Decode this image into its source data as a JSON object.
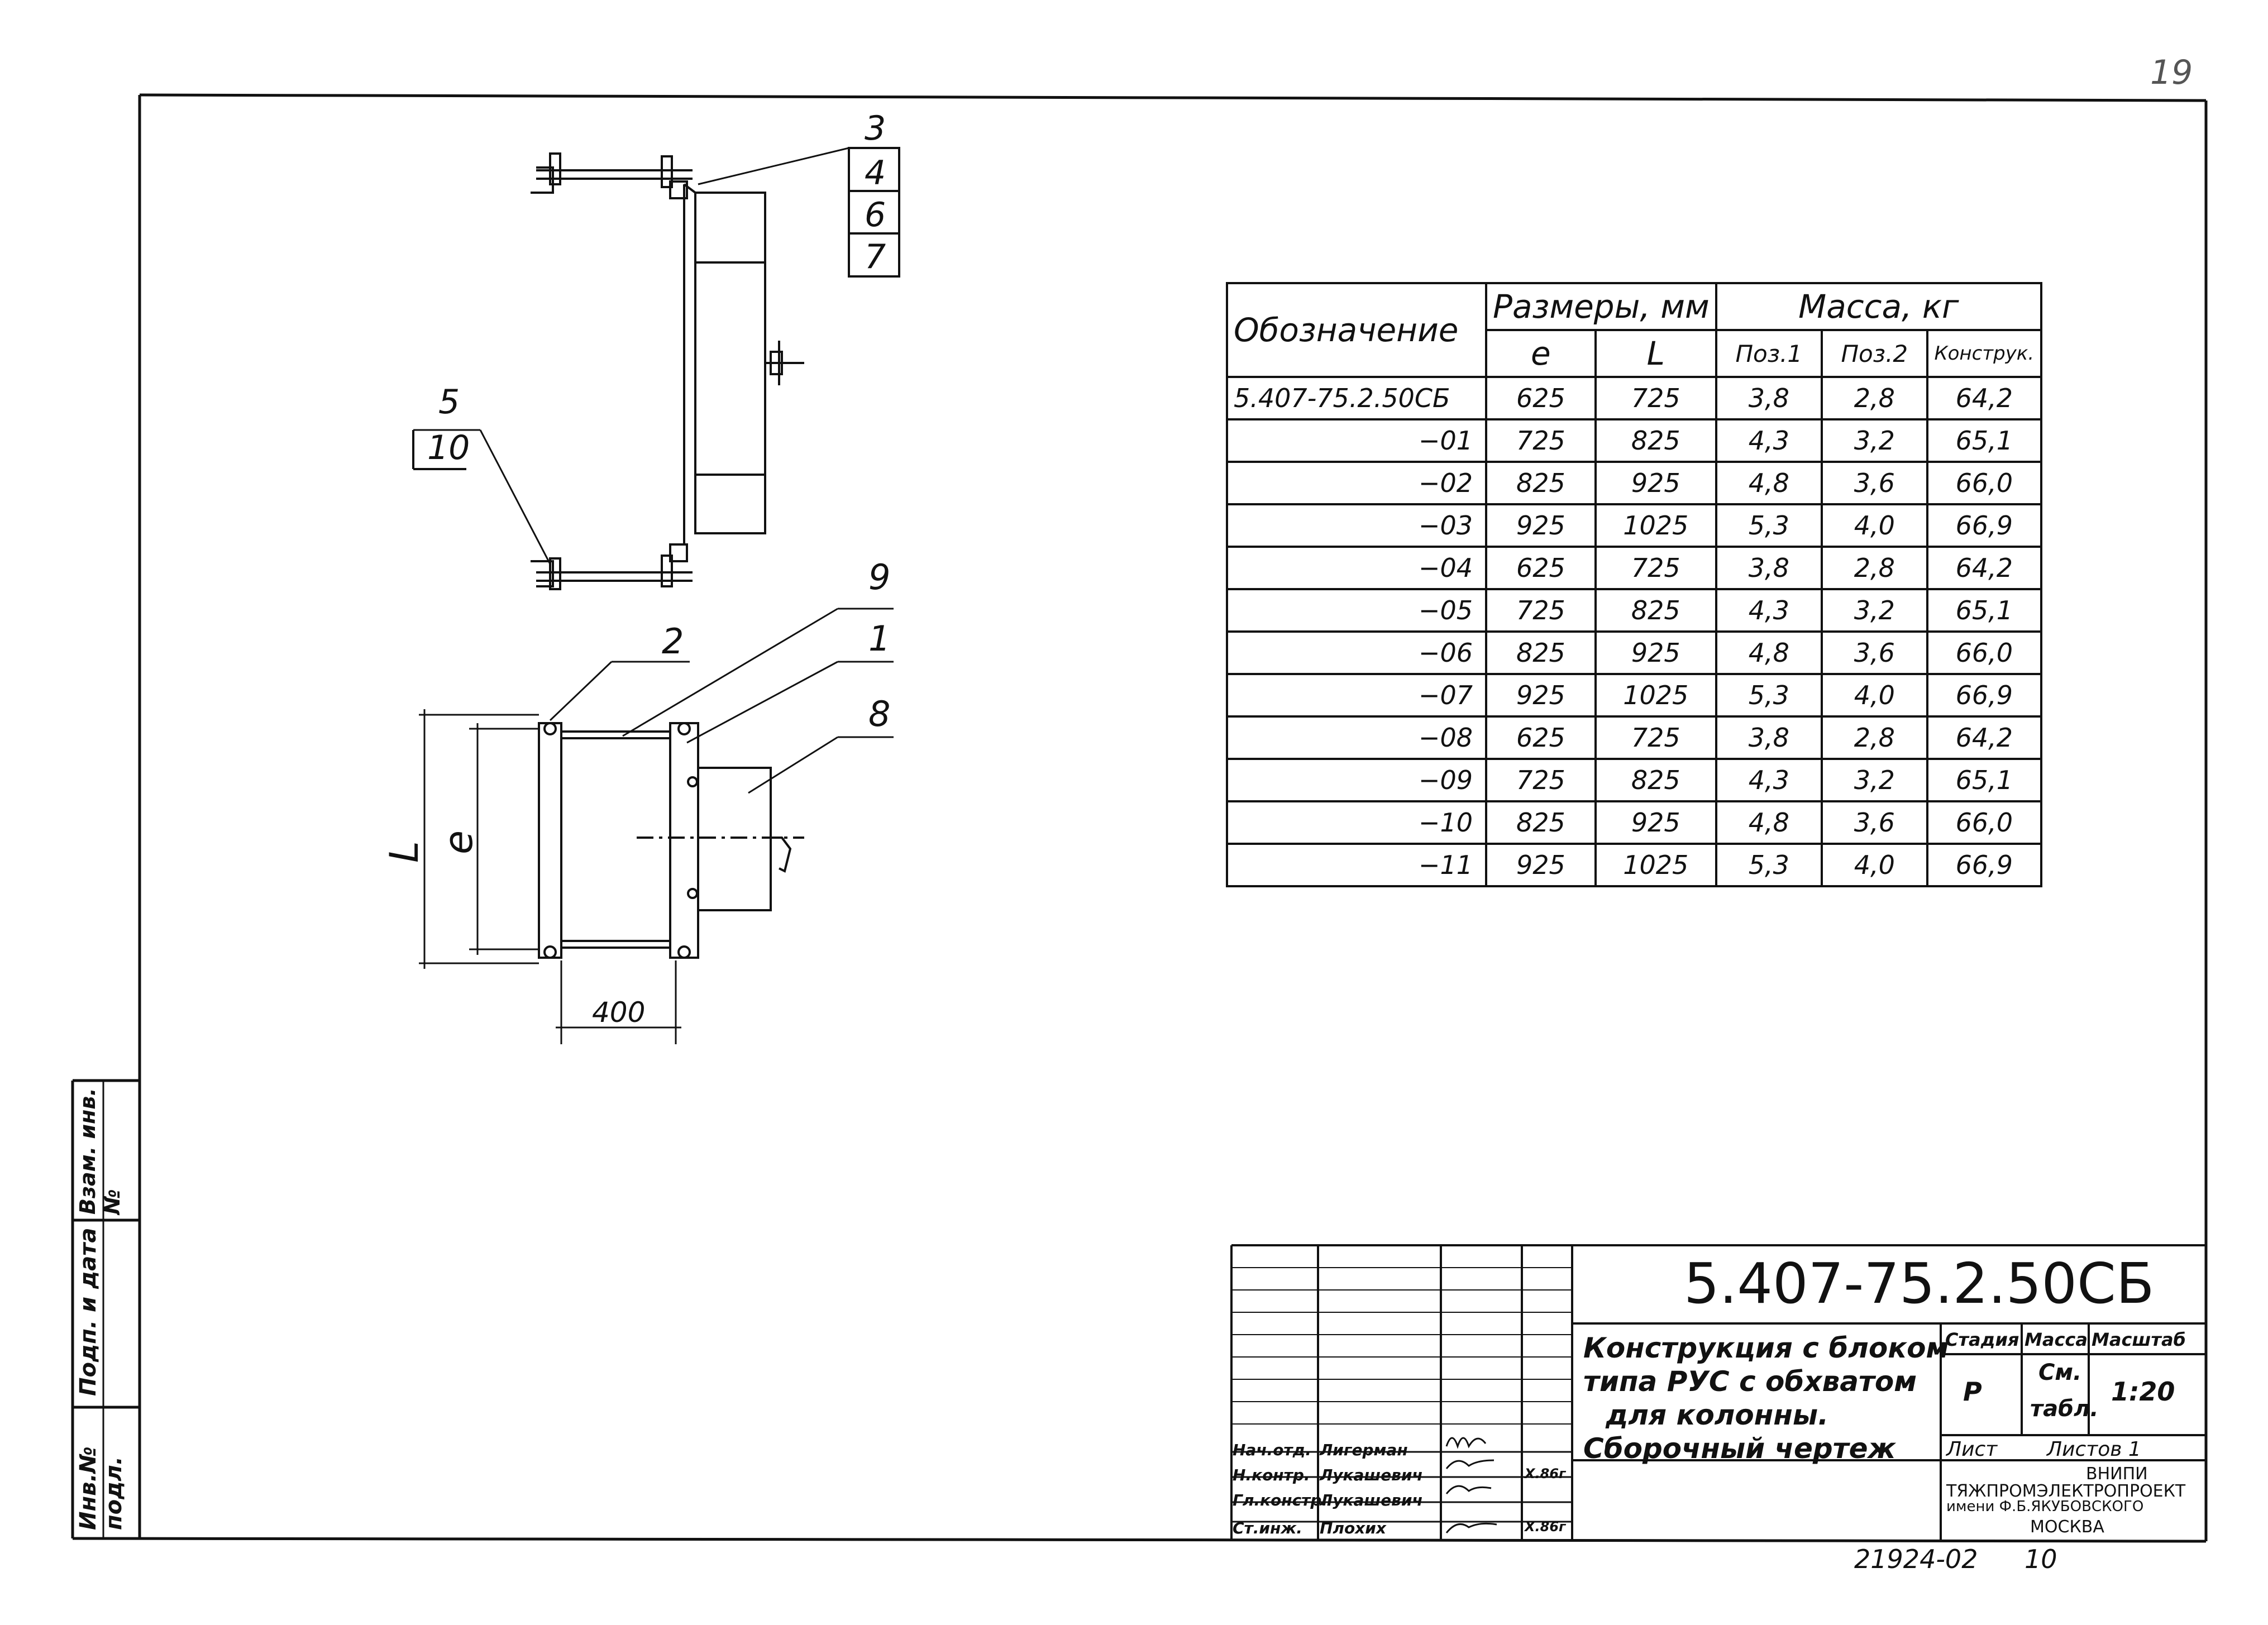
{
  "page_number": "19",
  "drawing": {
    "callouts": [
      "3",
      "4",
      "6",
      "7",
      "5",
      "10",
      "9",
      "2",
      "1",
      "8"
    ],
    "dim_e": "e",
    "dim_L": "L",
    "dim_400": "400"
  },
  "spec_table": {
    "header_designation": "Обозначение",
    "header_dimensions": "Размеры, мм",
    "header_mass": "Масса, кг",
    "sub_e": "e",
    "sub_L": "L",
    "sub_pos1": "Поз.1",
    "sub_pos2": "Поз.2",
    "sub_constr": "Конструк.",
    "rows": [
      {
        "designation": "5.407-75.2.50СБ",
        "e": "625",
        "L": "725",
        "pos1": "3,8",
        "pos2": "2,8",
        "constr": "64,2"
      },
      {
        "designation": "−01",
        "e": "725",
        "L": "825",
        "pos1": "4,3",
        "pos2": "3,2",
        "constr": "65,1"
      },
      {
        "designation": "−02",
        "e": "825",
        "L": "925",
        "pos1": "4,8",
        "pos2": "3,6",
        "constr": "66,0"
      },
      {
        "designation": "−03",
        "e": "925",
        "L": "1025",
        "pos1": "5,3",
        "pos2": "4,0",
        "constr": "66,9"
      },
      {
        "designation": "−04",
        "e": "625",
        "L": "725",
        "pos1": "3,8",
        "pos2": "2,8",
        "constr": "64,2"
      },
      {
        "designation": "−05",
        "e": "725",
        "L": "825",
        "pos1": "4,3",
        "pos2": "3,2",
        "constr": "65,1"
      },
      {
        "designation": "−06",
        "e": "825",
        "L": "925",
        "pos1": "4,8",
        "pos2": "3,6",
        "constr": "66,0"
      },
      {
        "designation": "−07",
        "e": "925",
        "L": "1025",
        "pos1": "5,3",
        "pos2": "4,0",
        "constr": "66,9"
      },
      {
        "designation": "−08",
        "e": "625",
        "L": "725",
        "pos1": "3,8",
        "pos2": "2,8",
        "constr": "64,2"
      },
      {
        "designation": "−09",
        "e": "725",
        "L": "825",
        "pos1": "4,3",
        "pos2": "3,2",
        "constr": "65,1"
      },
      {
        "designation": "−10",
        "e": "825",
        "L": "925",
        "pos1": "4,8",
        "pos2": "3,6",
        "constr": "66,0"
      },
      {
        "designation": "−11",
        "e": "925",
        "L": "1025",
        "pos1": "5,3",
        "pos2": "4,0",
        "constr": "66,9"
      }
    ]
  },
  "title_block": {
    "doc_code": "5.407-75.2.50СБ",
    "title_line1": "Конструкция с блоком",
    "title_line2": "типа РУС с обхватом",
    "title_line3": "для колонны.",
    "title_line4": "Сборочный чертеж",
    "stage_label": "Стадия",
    "mass_label": "Масса",
    "scale_label": "Масштаб",
    "stage_value": "Р",
    "mass_value_1": "См.",
    "mass_value_2": "табл.",
    "scale_value": "1:20",
    "sheet_label": "Лист",
    "sheets_label": "Листов 1",
    "org_line1": "ВНИПИ",
    "org_line2": "ТЯЖПРОМЭЛЕКТРОПРОЕКТ",
    "org_line3": "имени Ф.Б.ЯКУБОВСКОГО",
    "org_line4": "МОСКВА",
    "roles": [
      {
        "role": "Нач.отд.",
        "name": "Лигерман",
        "date": ""
      },
      {
        "role": "Н.контр.",
        "name": "Лукашевич",
        "date": "X.86г"
      },
      {
        "role": "Гл.констр.",
        "name": "Лукашевич",
        "date": ""
      },
      {
        "role": "Ст.инж.",
        "name": "Плохих",
        "date": "X.86г"
      }
    ]
  },
  "stamp": {
    "inv_orig": "Инв.№ подл.",
    "sign_date": "Подп. и дата",
    "inv_replace": "Взам. инв.№"
  },
  "footer": {
    "archive_number": "21924-02",
    "page": "10"
  }
}
